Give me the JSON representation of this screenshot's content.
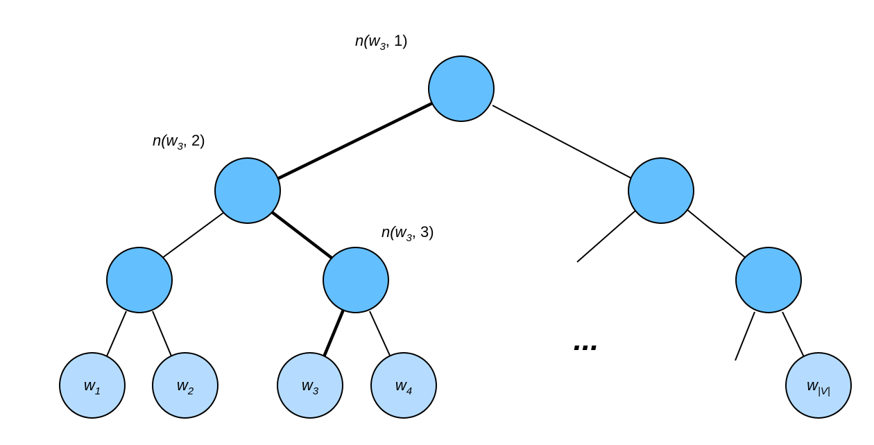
{
  "labels": {
    "root": {
      "prefix": "n(w",
      "sub": "3",
      "suffix": ", 1)"
    },
    "level2": {
      "prefix": "n(w",
      "sub": "3",
      "suffix": ", 2)"
    },
    "level3": {
      "prefix": "n(w",
      "sub": "3",
      "suffix": ", 3)"
    }
  },
  "leaves": [
    {
      "base": "w",
      "sub": "1"
    },
    {
      "base": "w",
      "sub": "2"
    },
    {
      "base": "w",
      "sub": "3"
    },
    {
      "base": "w",
      "sub": "4"
    },
    {
      "base": "w",
      "sub": "|V|"
    }
  ],
  "ellipsis": "...",
  "colors": {
    "inner_node": "#64bfff",
    "leaf_node": "#b5dcff",
    "edge": "#000000"
  }
}
